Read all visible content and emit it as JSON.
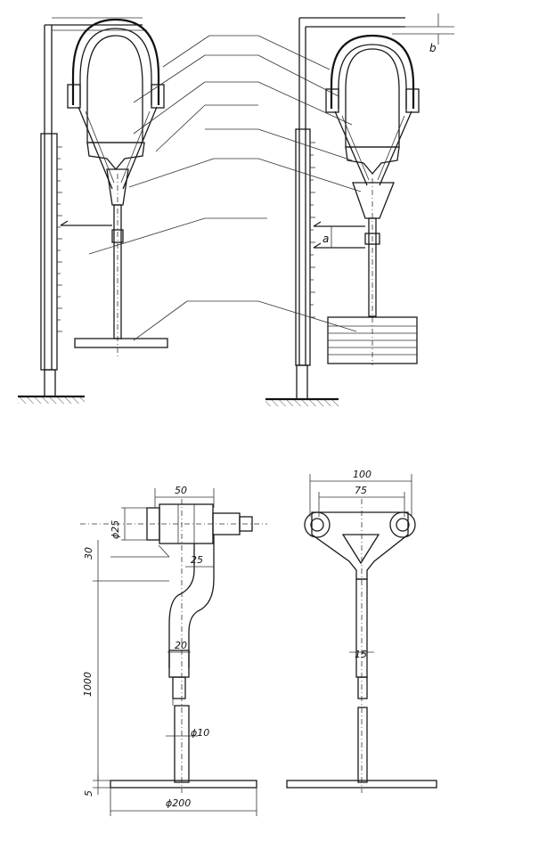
{
  "figure": {
    "upper_labels": {
      "b": "b",
      "a": "a"
    },
    "lower_left_dims": {
      "width_50": "50",
      "dia_25": "ϕ25",
      "height_30": "30",
      "offset_25": "25",
      "width_20": "20",
      "height_1000": "1000",
      "dia_10": "ϕ10",
      "height_5": "5",
      "dia_200": "ϕ200"
    },
    "lower_right_dims": {
      "width_100": "100",
      "width_75": "75",
      "width_15": "15"
    }
  }
}
